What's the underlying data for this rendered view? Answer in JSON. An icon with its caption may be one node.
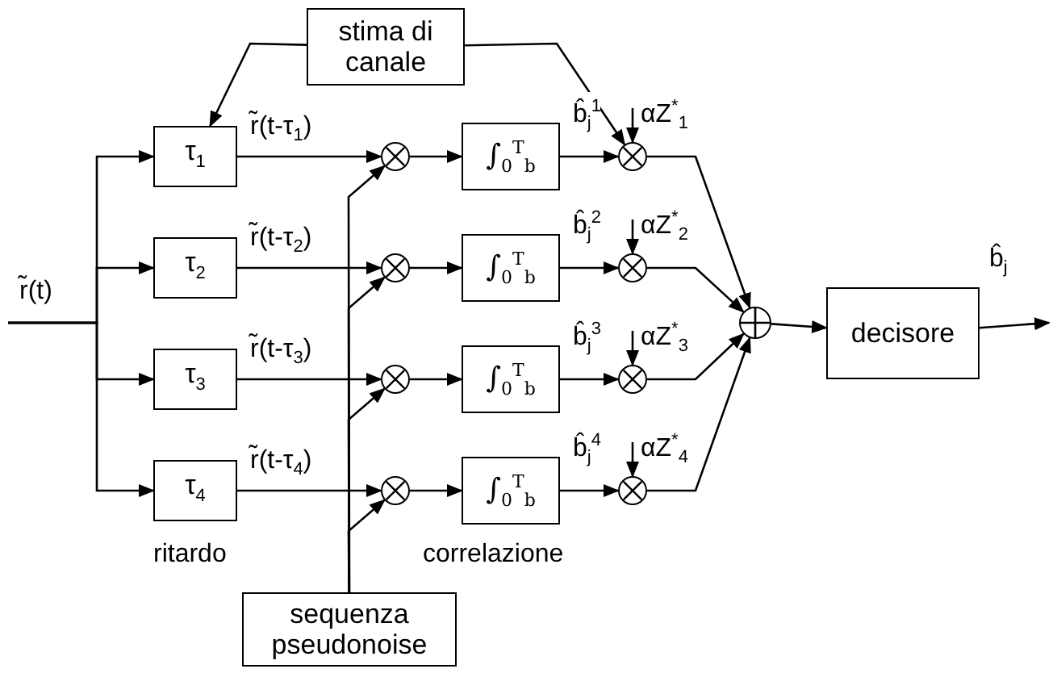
{
  "diagram": {
    "nodes": [
      {
        "text": [
          "stima di canale"
        ]
      },
      {
        "text": [
          "τ$_{1}$"
        ]
      },
      {
        "text": [
          "τ$_{2}$"
        ]
      },
      {
        "text": [
          "τ$_{3}$"
        ]
      },
      {
        "text": [
          "τ$_{4}$"
        ]
      },
      {
        "text": [],
        "shape": "circle"
      },
      {
        "text": [],
        "shape": "circle"
      },
      {
        "text": [],
        "shape": "circle"
      },
      {
        "text": [],
        "shape": "circle"
      },
      {
        "text": [
          "∫$_{0}$$^{T}$$_{b}$"
        ]
      },
      {
        "text": [
          "∫$_{0}$$^{T}$$_{b}$"
        ]
      },
      {
        "text": [
          "∫$_{0}$$^{T}$$_{b}$"
        ]
      },
      {
        "text": [
          "∫$_{0}$$^{T}$$_{b}$"
        ]
      },
      {
        "text": [],
        "shape": "circle"
      },
      {
        "text": [],
        "shape": "circle"
      },
      {
        "text": [],
        "shape": "circle"
      },
      {
        "text": [],
        "shape": "circle"
      },
      {
        "text": [],
        "shape": "circle"
      },
      {
        "text": [
          "decisore"
        ]
      },
      {
        "text": [
          "sequenza pseudonoise"
        ]
      }
    ],
    "edges": [
      {
        "from": 0,
        "to": 1,
        "arrow": "to"
      },
      {
        "from": 0,
        "to": 13,
        "arrow": "to"
      },
      {
        "from": null,
        "to": 1,
        "arrow": "to"
      },
      {
        "from": null,
        "to": 2,
        "arrow": "to"
      },
      {
        "from": null,
        "to": 3,
        "arrow": "to"
      },
      {
        "from": null,
        "to": 4,
        "arrow": "to"
      },
      {
        "from": 1,
        "to": 5,
        "arrow": "to",
        "label": "r̃(t-τ$_{1}$)"
      },
      {
        "from": 2,
        "to": 6,
        "arrow": "to",
        "label": "r̃(t-τ$_{2}$)"
      },
      {
        "from": 3,
        "to": 7,
        "arrow": "to",
        "label": "r̃(t-τ$_{3}$)"
      },
      {
        "from": 4,
        "to": 8,
        "arrow": "to",
        "label": "r̃(t-τ$_{4}$)"
      },
      {
        "from": 19,
        "to": 5,
        "arrow": "to"
      },
      {
        "from": 19,
        "to": 6,
        "arrow": "to"
      },
      {
        "from": 19,
        "to": 7,
        "arrow": "to"
      },
      {
        "from": 19,
        "to": 8,
        "arrow": "to"
      },
      {
        "from": 5,
        "to": 9,
        "arrow": "to"
      },
      {
        "from": 6,
        "to": 10,
        "arrow": "to"
      },
      {
        "from": 7,
        "to": 11,
        "arrow": "to"
      },
      {
        "from": 8,
        "to": 12,
        "arrow": "to"
      },
      {
        "from": 9,
        "to": 13,
        "arrow": "to",
        "label": "b̂$_{j}$$^{1}$"
      },
      {
        "from": 10,
        "to": 14,
        "arrow": "to",
        "label": "b̂$_{j}$$^{2}$"
      },
      {
        "from": 11,
        "to": 15,
        "arrow": "to",
        "label": "b̂$_{j}$$^{3}$"
      },
      {
        "from": 12,
        "to": 16,
        "arrow": "to",
        "label": "b̂$_{j}$$^{4}$"
      },
      {
        "from": null,
        "to": 13,
        "arrow": "to",
        "label": "αZ$^{*}$$_{1}$"
      },
      {
        "from": null,
        "to": 14,
        "arrow": "to",
        "label": "αZ$^{*}$$_{2}$"
      },
      {
        "from": null,
        "to": 15,
        "arrow": "to",
        "label": "αZ$^{*}$$_{3}$"
      },
      {
        "from": null,
        "to": 16,
        "arrow": "to",
        "label": "αZ$^{*}$$_{4}$"
      },
      {
        "from": 13,
        "to": 17,
        "arrow": "to"
      },
      {
        "from": 14,
        "to": 17,
        "arrow": "to"
      },
      {
        "from": 15,
        "to": 17,
        "arrow": "to"
      },
      {
        "from": 16,
        "to": 17,
        "arrow": "to"
      },
      {
        "from": 17,
        "to": 18,
        "arrow": "to"
      },
      {
        "from": 18,
        "to": null,
        "arrow": "to",
        "label": "b̂$_{j}$"
      }
    ],
    "labels": [
      "r̃(t)",
      "ritardo",
      "correlazione"
    ]
  }
}
